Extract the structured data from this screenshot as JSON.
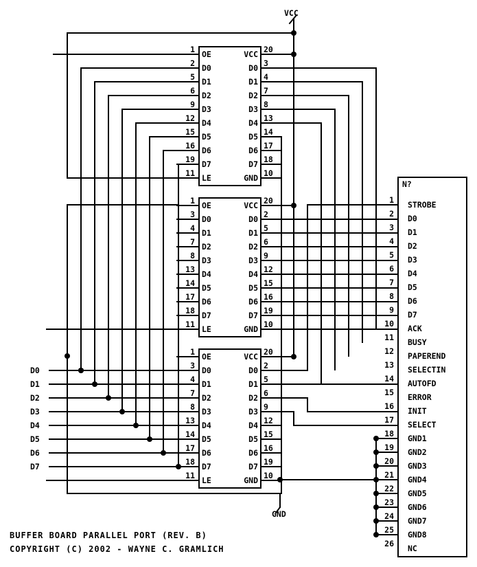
{
  "supply_label": "VCC",
  "ground_label": "GND",
  "title": "BUFFER BOARD PARALLEL PORT (REV. B)",
  "copyright": "COPYRIGHT (C) 2002 - WAYNE C. GRAMLICH",
  "chip": {
    "left_pin_numbers": [
      "1",
      "2",
      "5",
      "6",
      "9",
      "12",
      "15",
      "16",
      "19",
      "11"
    ],
    "left_pin_labels": [
      "OE",
      "D0",
      "D1",
      "D2",
      "D3",
      "D4",
      "D5",
      "D6",
      "D7",
      "LE"
    ],
    "right_pin_numbers": [
      "20",
      "3",
      "4",
      "7",
      "8",
      "13",
      "14",
      "17",
      "18",
      "10"
    ],
    "right_pin_labels": [
      "VCC",
      "D0",
      "D1",
      "D2",
      "D3",
      "D4",
      "D5",
      "D6",
      "D7",
      "GND"
    ]
  },
  "chips": [
    {
      "left_pin_numbers": [
        "1",
        "2",
        "5",
        "6",
        "9",
        "12",
        "15",
        "16",
        "19",
        "11"
      ],
      "right_pin_numbers": [
        "20",
        "3",
        "4",
        "7",
        "8",
        "13",
        "14",
        "17",
        "18",
        "10"
      ]
    },
    {
      "left_pin_numbers": [
        "1",
        "3",
        "4",
        "7",
        "8",
        "13",
        "14",
        "17",
        "18",
        "11"
      ],
      "right_pin_numbers": [
        "20",
        "2",
        "5",
        "6",
        "9",
        "12",
        "15",
        "16",
        "19",
        "10"
      ]
    },
    {
      "left_pin_numbers": [
        "1",
        "3",
        "4",
        "7",
        "8",
        "13",
        "14",
        "17",
        "18",
        "11"
      ],
      "right_pin_numbers": [
        "20",
        "2",
        "5",
        "6",
        "9",
        "12",
        "15",
        "16",
        "19",
        "10"
      ]
    }
  ],
  "inputs": [
    "D0",
    "D1",
    "D2",
    "D3",
    "D4",
    "D5",
    "D6",
    "D7"
  ],
  "connector": {
    "ref": "N?",
    "pins": [
      {
        "num": "1",
        "label": "STROBE",
        "over": true,
        "dir": "in"
      },
      {
        "num": "2",
        "label": "D0",
        "over": false,
        "dir": "in"
      },
      {
        "num": "3",
        "label": "D1",
        "over": false,
        "dir": "in"
      },
      {
        "num": "4",
        "label": "D2",
        "over": false,
        "dir": "in"
      },
      {
        "num": "5",
        "label": "D3",
        "over": false,
        "dir": "in"
      },
      {
        "num": "6",
        "label": "D4",
        "over": false,
        "dir": "in"
      },
      {
        "num": "7",
        "label": "D5",
        "over": false,
        "dir": "in"
      },
      {
        "num": "8",
        "label": "D6",
        "over": false,
        "dir": "in"
      },
      {
        "num": "9",
        "label": "D7",
        "over": false,
        "dir": "in"
      },
      {
        "num": "10",
        "label": "ACK",
        "over": true,
        "dir": "out"
      },
      {
        "num": "11",
        "label": "BUSY",
        "over": false,
        "dir": "out"
      },
      {
        "num": "12",
        "label": "PAPEREND",
        "over": false,
        "dir": "out"
      },
      {
        "num": "13",
        "label": "SELECTIN",
        "over": false,
        "dir": "out"
      },
      {
        "num": "14",
        "label": "AUTOFD",
        "over": true,
        "dir": "in"
      },
      {
        "num": "15",
        "label": "ERROR",
        "over": true,
        "dir": "out"
      },
      {
        "num": "16",
        "label": "INIT",
        "over": true,
        "dir": "in"
      },
      {
        "num": "17",
        "label": "SELECT",
        "over": true,
        "dir": "in"
      },
      {
        "num": "18",
        "label": "GND1",
        "over": false,
        "dir": "none"
      },
      {
        "num": "19",
        "label": "GND2",
        "over": false,
        "dir": "out"
      },
      {
        "num": "20",
        "label": "GND3",
        "over": false,
        "dir": "out"
      },
      {
        "num": "21",
        "label": "GND4",
        "over": false,
        "dir": "out"
      },
      {
        "num": "22",
        "label": "GND5",
        "over": false,
        "dir": "out"
      },
      {
        "num": "23",
        "label": "GND6",
        "over": false,
        "dir": "out"
      },
      {
        "num": "24",
        "label": "GND7",
        "over": false,
        "dir": "out"
      },
      {
        "num": "25",
        "label": "GND8",
        "over": false,
        "dir": "out"
      },
      {
        "num": "26",
        "label": "NC",
        "over": false,
        "dir": "in"
      }
    ]
  }
}
